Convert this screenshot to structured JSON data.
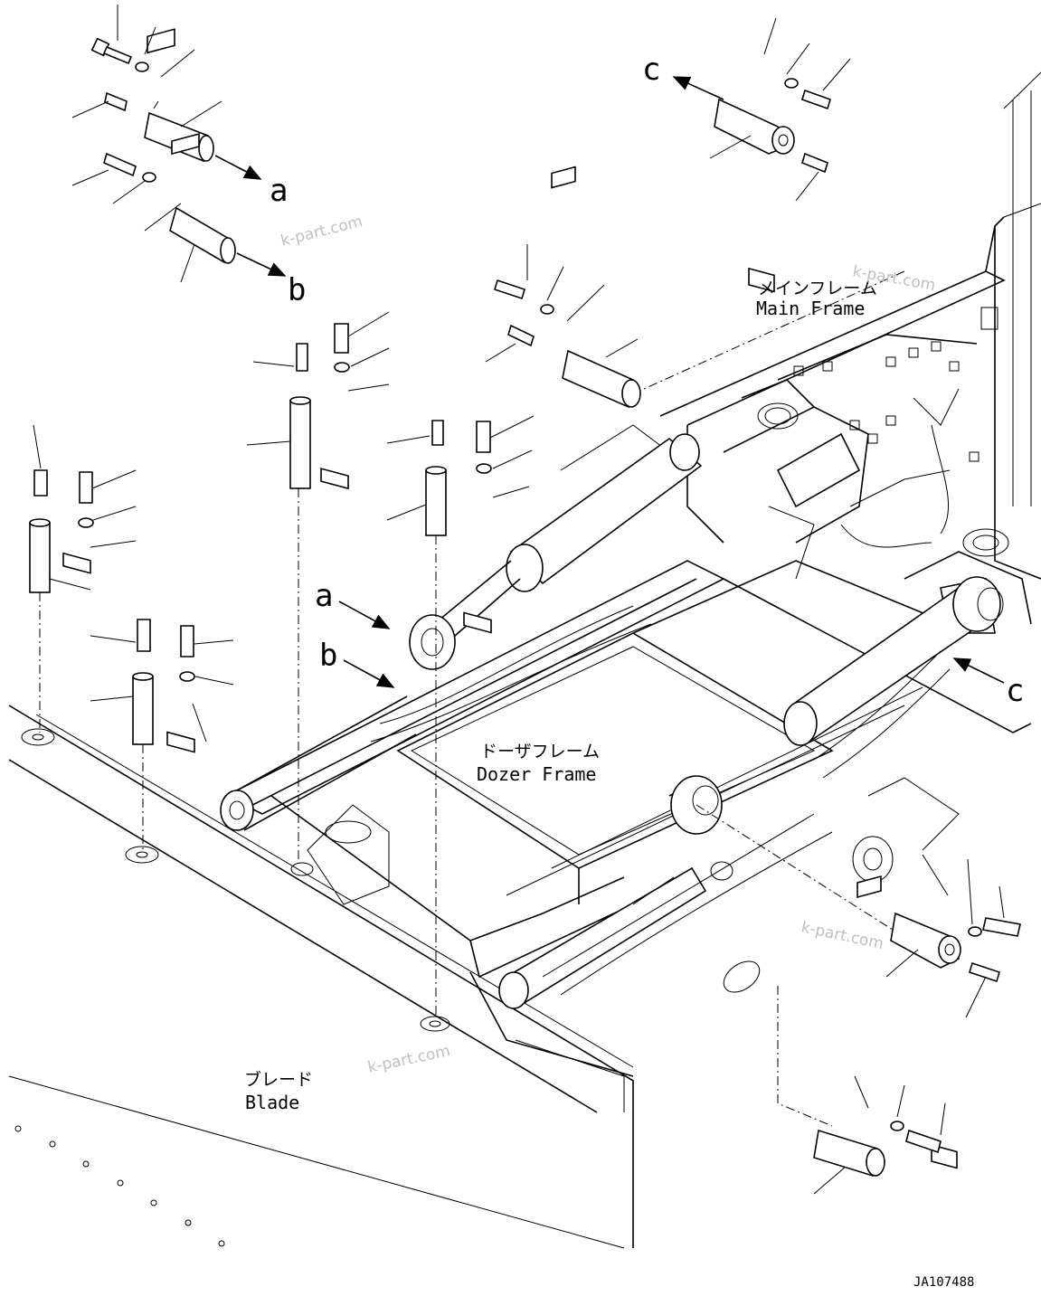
{
  "labels": {
    "main_frame_jp": "メインフレーム",
    "main_frame_en": "Main Frame",
    "dozer_frame_jp": "ドーザフレーム",
    "dozer_frame_en": "Dozer Frame",
    "blade_jp": "ブレード",
    "blade_en": "Blade"
  },
  "callouts": {
    "a_top": "a",
    "b_top": "b",
    "c_top": "c",
    "a_mid": "a",
    "b_mid": "b",
    "c_mid": "c"
  },
  "watermark": "k-part.com",
  "drawing_number": "JA107488"
}
